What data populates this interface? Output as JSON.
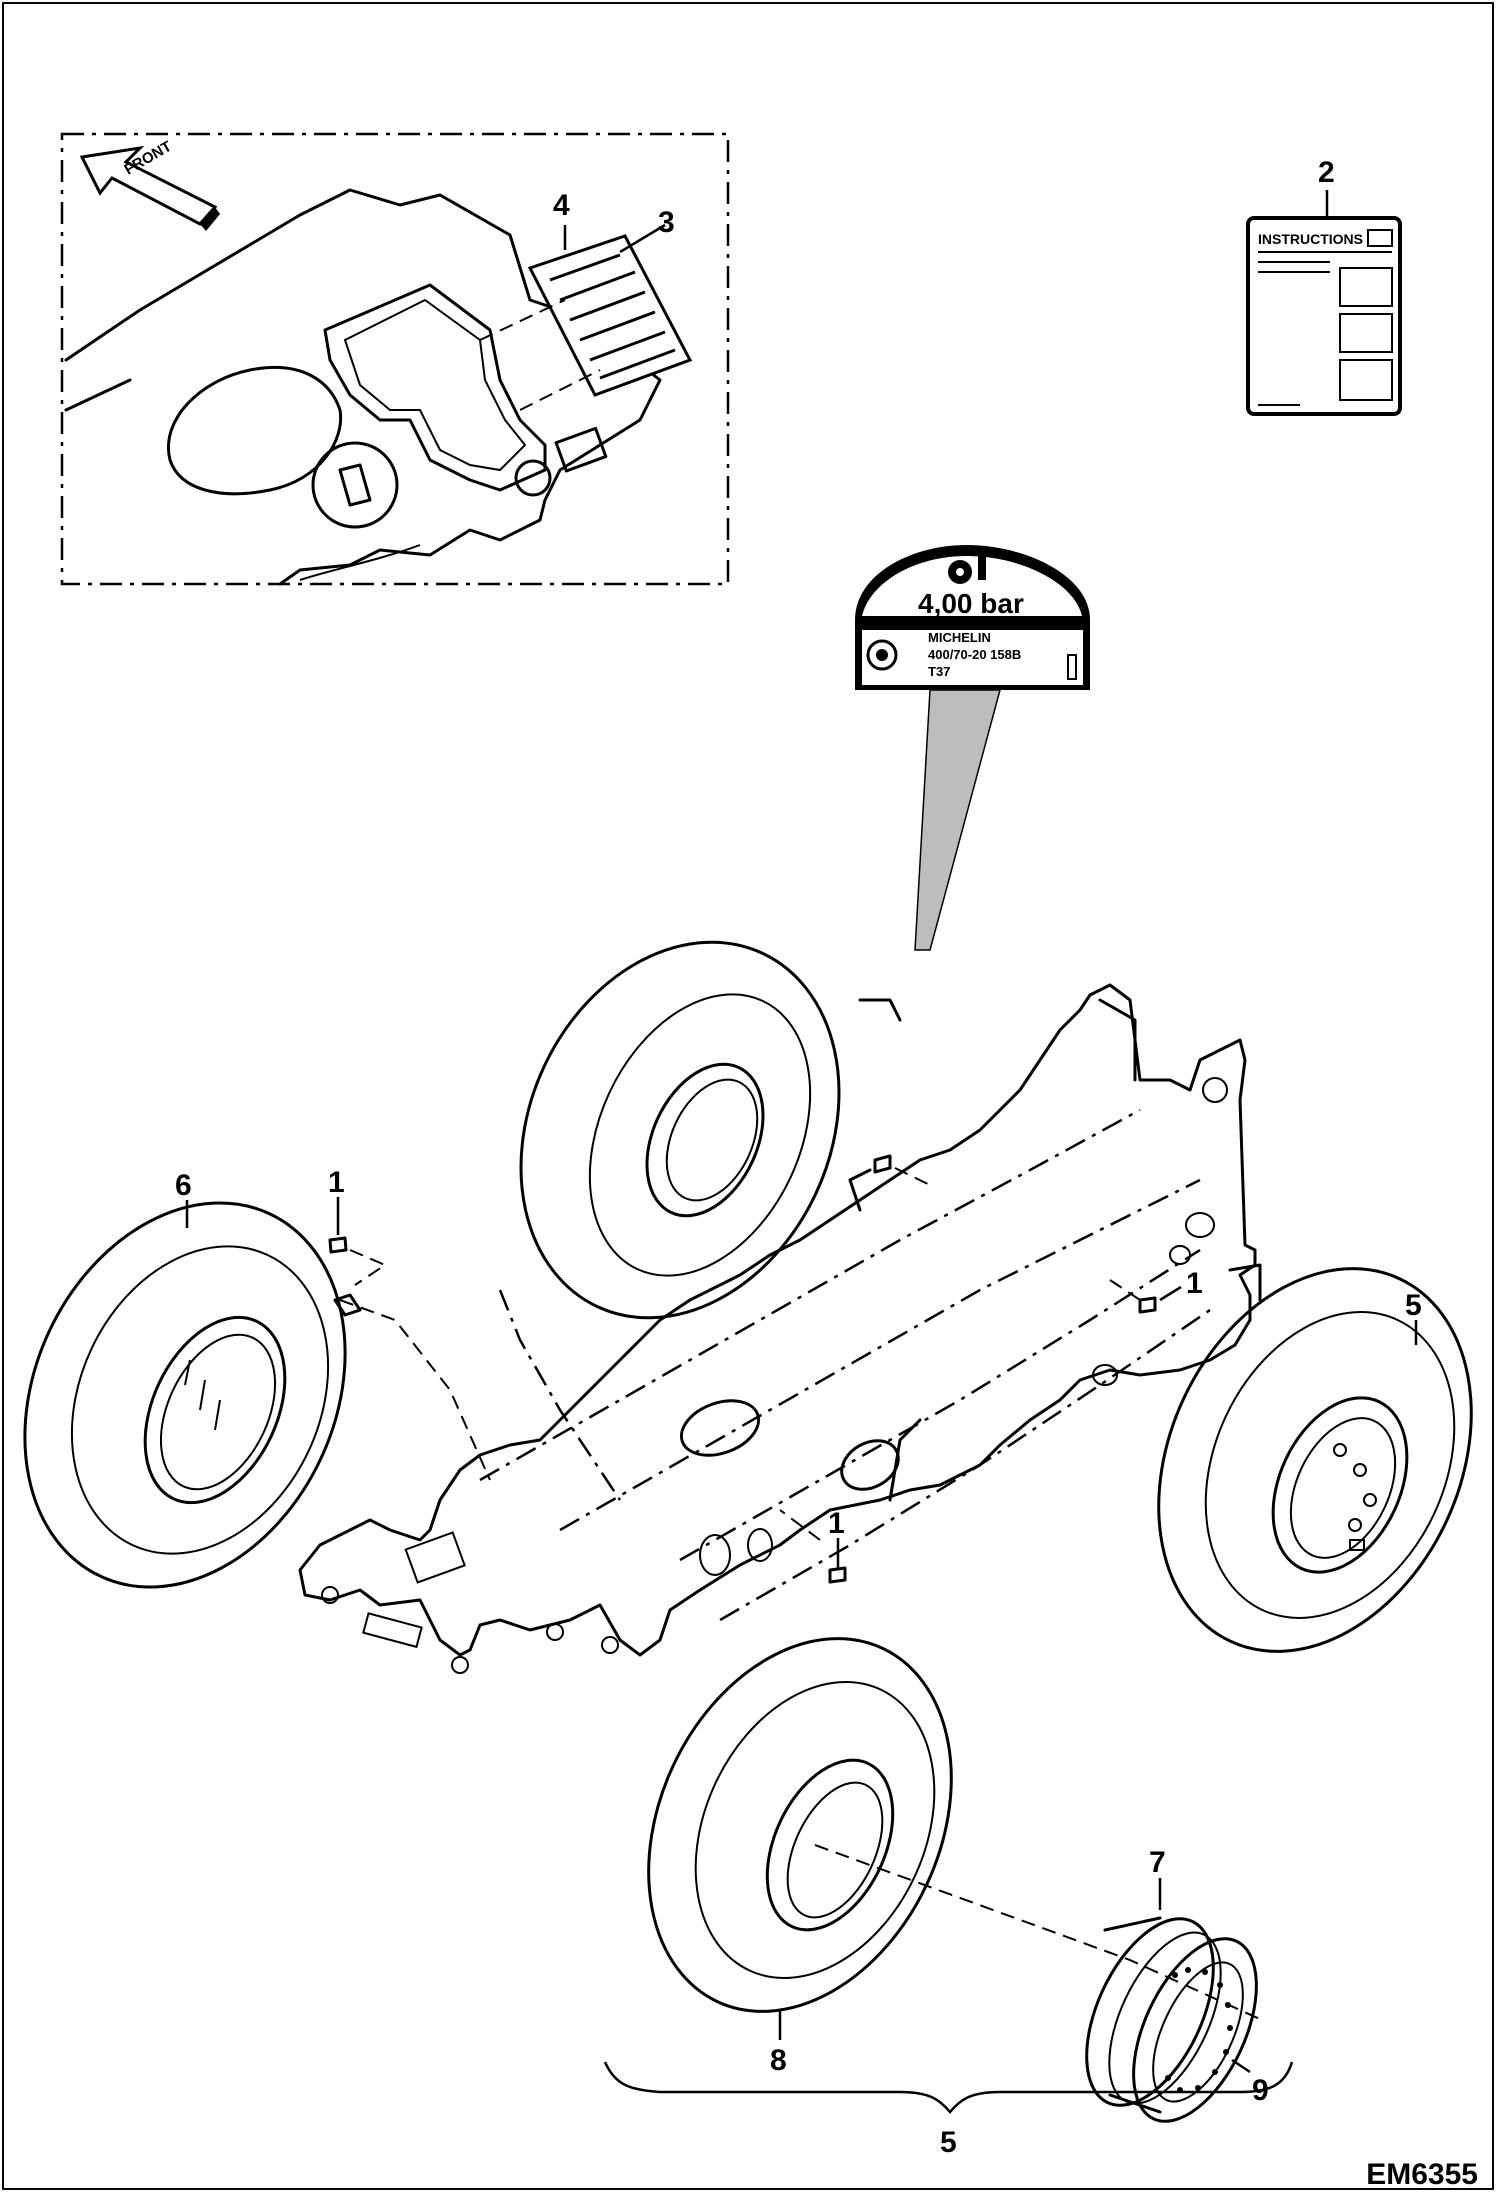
{
  "callouts": {
    "c1a": "1",
    "c1b": "1",
    "c1c": "1",
    "c2": "2",
    "c3": "3",
    "c4": "4",
    "c5a": "5",
    "c5b": "5",
    "c6": "6",
    "c7": "7",
    "c8": "8",
    "c9": "9"
  },
  "inset": {
    "arrow_label": "FRONT"
  },
  "instruction_decal": {
    "title": "INSTRUCTIONS"
  },
  "tire_decal": {
    "pressure": "4,00 bar",
    "brand": "MICHELIN",
    "size": "400/70-20  158B",
    "code": "T37"
  },
  "drawing_code": "EM6355",
  "icons": [
    "front-arrow-icon",
    "tire-icon",
    "pressure-gauge-icon"
  ]
}
